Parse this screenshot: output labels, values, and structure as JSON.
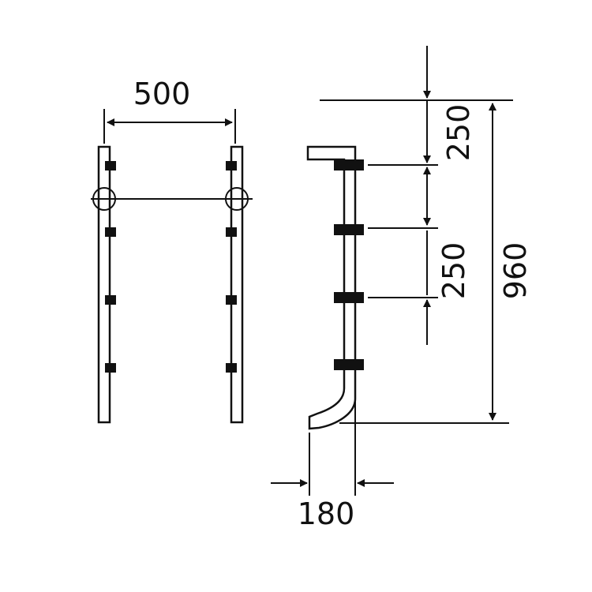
{
  "dimensions": {
    "width_label": "500",
    "step_spacing_top_label": "250",
    "step_spacing_mid_label": "250",
    "height_label": "960",
    "depth_label": "180"
  },
  "colors": {
    "ink": "#111111",
    "background": "#ffffff"
  }
}
